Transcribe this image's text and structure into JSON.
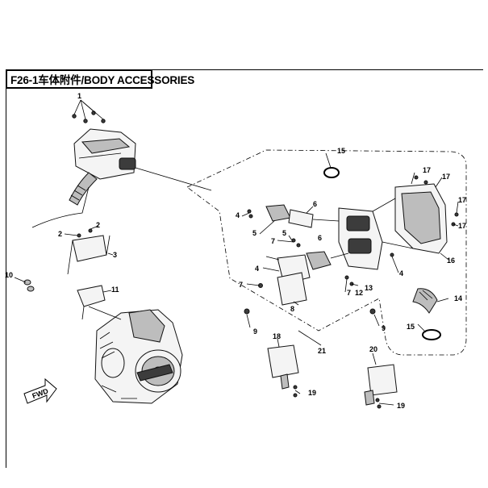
{
  "title": "F26-1车体附件/BODY ACCESSORIES",
  "fwd_label": "FWD",
  "callouts": [
    {
      "id": "c1",
      "label": "1"
    },
    {
      "id": "c2a",
      "label": "2"
    },
    {
      "id": "c2b",
      "label": "2"
    },
    {
      "id": "c3",
      "label": "3"
    },
    {
      "id": "c10",
      "label": "10"
    },
    {
      "id": "c11",
      "label": "11"
    },
    {
      "id": "c15a",
      "label": "15"
    },
    {
      "id": "c17a",
      "label": "17"
    },
    {
      "id": "c17b",
      "label": "17"
    },
    {
      "id": "c17c",
      "label": "17"
    },
    {
      "id": "c17d",
      "label": "17"
    },
    {
      "id": "c4a",
      "label": "4"
    },
    {
      "id": "c6a",
      "label": "6"
    },
    {
      "id": "c5a",
      "label": "5"
    },
    {
      "id": "c5b",
      "label": "5"
    },
    {
      "id": "c7a",
      "label": "7"
    },
    {
      "id": "c6b",
      "label": "6"
    },
    {
      "id": "c4b",
      "label": "4"
    },
    {
      "id": "c7b",
      "label": "7"
    },
    {
      "id": "c7c",
      "label": "7"
    },
    {
      "id": "c13",
      "label": "13"
    },
    {
      "id": "c12",
      "label": "12"
    },
    {
      "id": "c16",
      "label": "16"
    },
    {
      "id": "c4c",
      "label": "4"
    },
    {
      "id": "c8",
      "label": "8"
    },
    {
      "id": "c9a",
      "label": "9"
    },
    {
      "id": "c9b",
      "label": "9"
    },
    {
      "id": "c14",
      "label": "14"
    },
    {
      "id": "c15b",
      "label": "15"
    },
    {
      "id": "c21",
      "label": "21"
    },
    {
      "id": "c18",
      "label": "18"
    },
    {
      "id": "c19a",
      "label": "19"
    },
    {
      "id": "c20",
      "label": "20"
    },
    {
      "id": "c19b",
      "label": "19"
    }
  ]
}
